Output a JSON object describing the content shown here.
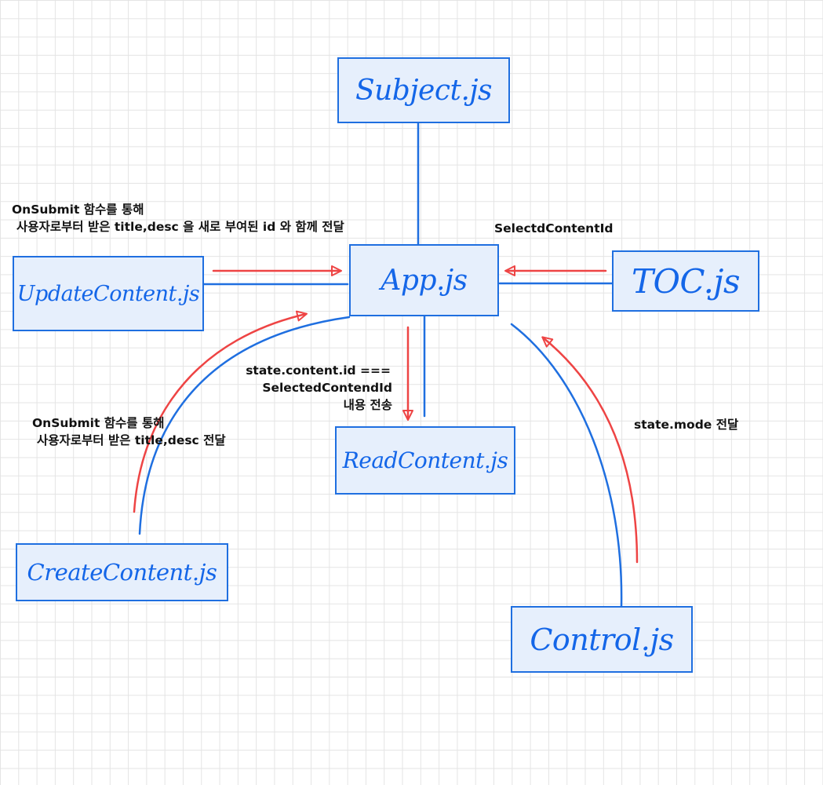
{
  "nodes": {
    "subject": "Subject.js",
    "app": "App.js",
    "update_content": "UpdateContent.js",
    "toc": "TOC.js",
    "read_content": "ReadContent.js",
    "create_content": "CreateContent.js",
    "control": "Control.js"
  },
  "annotations": {
    "update_submit": {
      "line1": "OnSubmit 함수를 통해",
      "line2": "사용자로부터 받은 title,desc 을 새로 부여된 id 와 함께 전달"
    },
    "toc_select": "SelectdContentId",
    "read_condition": {
      "line1": "state.content.id ===",
      "line2": "SelectedContendId",
      "line3": "내용 전송"
    },
    "create_submit": {
      "line1": "OnSubmit 함수를 통해",
      "line2": "사용자로부터 받은 title,desc 전달"
    },
    "control_mode": "state.mode 전달"
  },
  "colors": {
    "connector": "#1f6fe0",
    "flow_arrow": "#ee4444",
    "node_fill": "#e6effc",
    "grid": "#e4e4e4"
  }
}
